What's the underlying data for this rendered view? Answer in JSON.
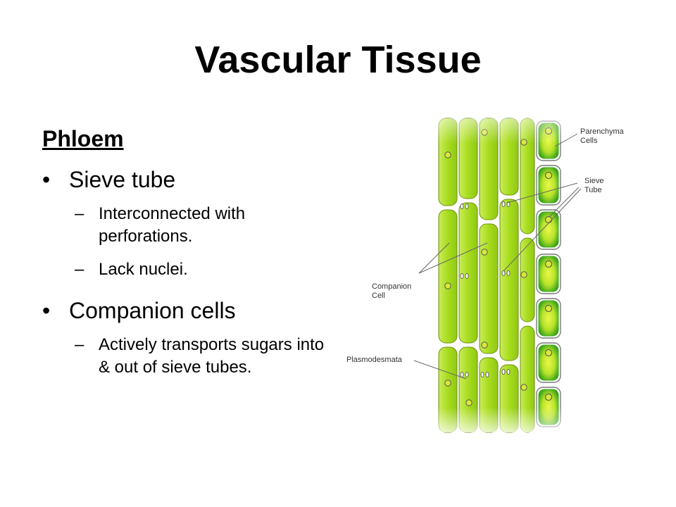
{
  "slide": {
    "title": "Vascular Tissue",
    "heading": "Phloem",
    "bullets": [
      {
        "text": "Sieve tube",
        "subs": [
          "Interconnected with perforations.",
          "Lack nuclei."
        ]
      },
      {
        "text": "Companion cells",
        "subs": [
          "Actively transports sugars into & out of sieve tubes."
        ]
      }
    ],
    "bullet_mark": "•",
    "sub_mark": "–"
  },
  "diagram": {
    "labels": {
      "parenchyma_line1": "Parenchyma",
      "parenchyma_line2": "Cells",
      "sieve_line1": "Sieve",
      "sieve_line2": "Tube",
      "companion_line1": "Companion",
      "companion_line2": "Cell",
      "plasmodesmata": "Plasmodesmata"
    },
    "colors": {
      "sieve_green": "#a8dc1e",
      "parenchyma_green": "#3cae1c",
      "parenchyma_core": "#e2f542",
      "nucleus": "#d8e83a",
      "outline": "#6d8f12",
      "pointer_line": "#666666"
    }
  }
}
